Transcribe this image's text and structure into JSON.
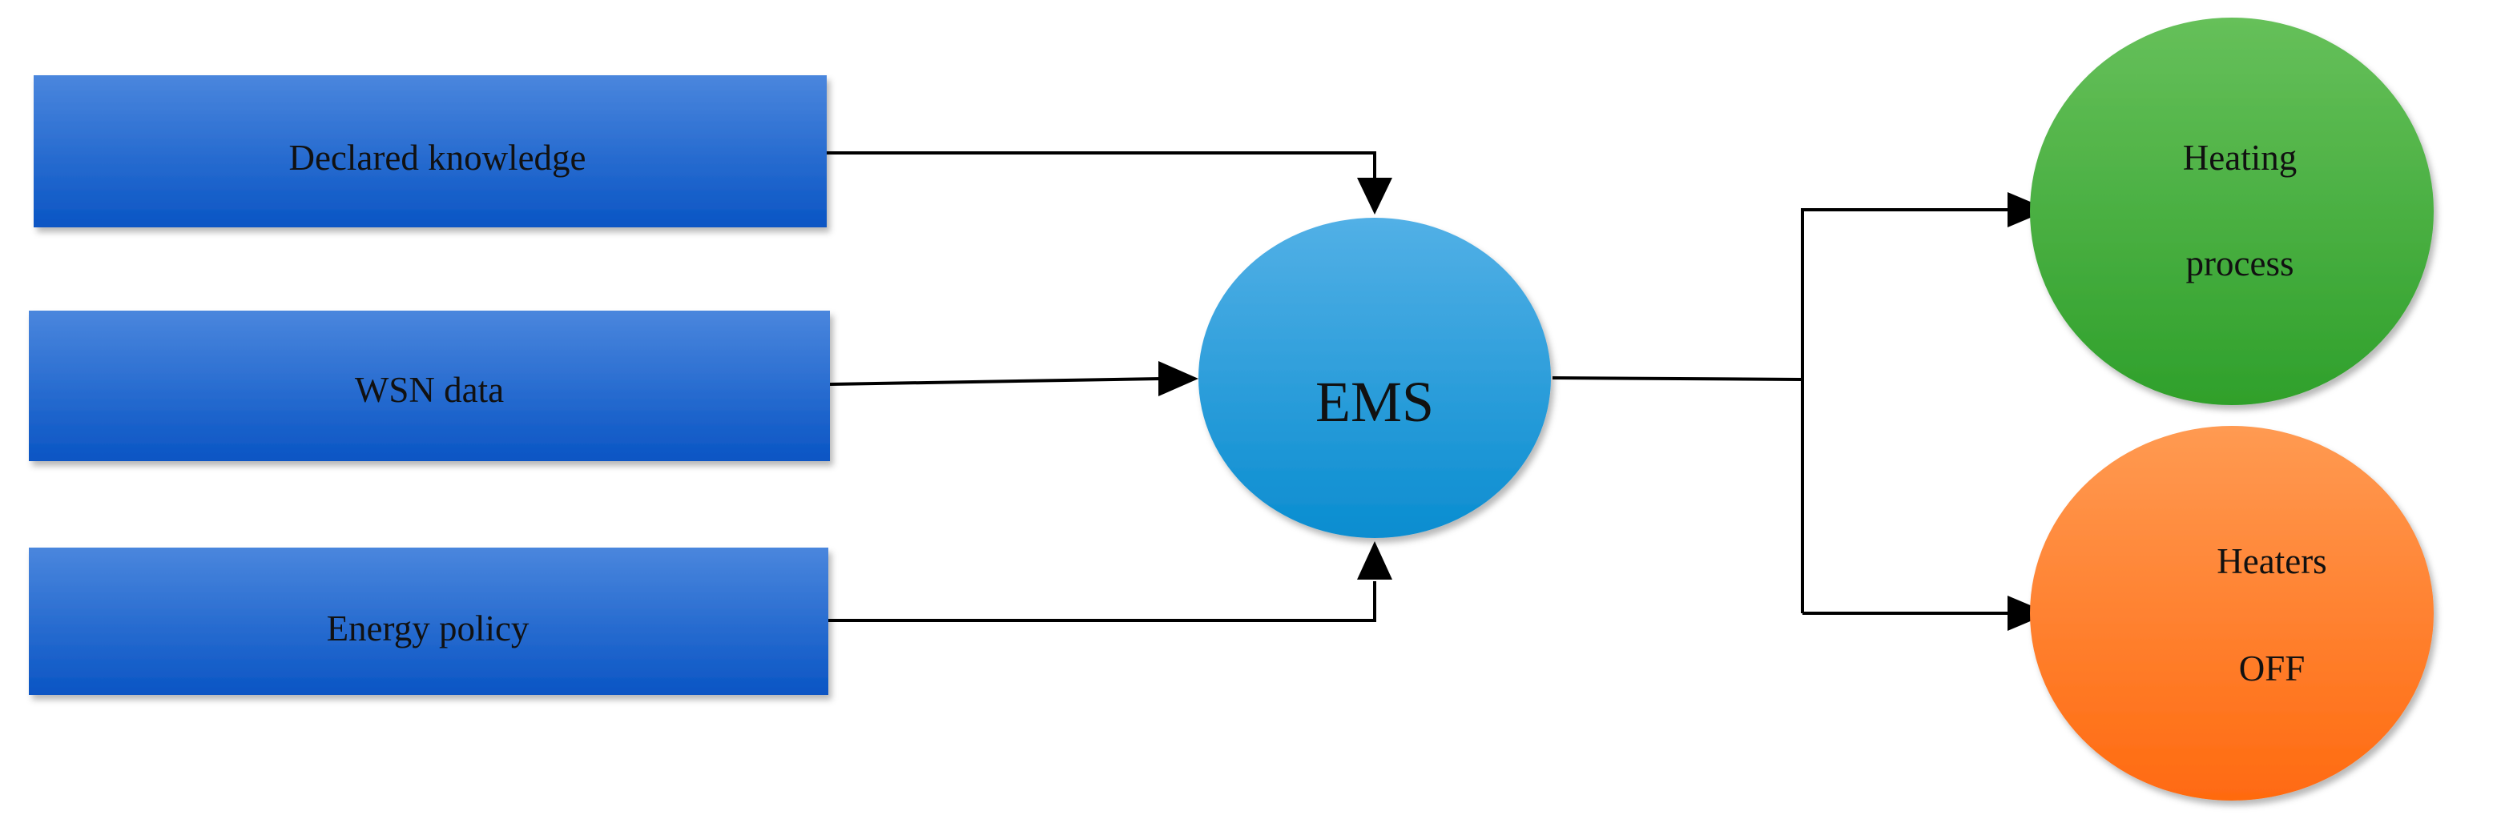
{
  "inputs": {
    "declared_knowledge": "Declared knowledge",
    "wsn_data": "WSN data",
    "energy_policy": "Energy policy"
  },
  "center": {
    "label": "EMS"
  },
  "outputs": {
    "heating": {
      "line1": "Heating",
      "line2": "process"
    },
    "heaters_off": {
      "line1": "Heaters",
      "line2": "OFF"
    }
  },
  "colors": {
    "input_box_top": "#4a86dd",
    "input_box_bottom": "#0a55c4",
    "ems_top": "#52b0e6",
    "ems_bottom": "#0a8dd0",
    "heating_top": "#66c05a",
    "heating_bottom": "#2fa02b",
    "off_top": "#ff9a52",
    "off_bottom": "#ff6a10",
    "connector": "#000000"
  }
}
